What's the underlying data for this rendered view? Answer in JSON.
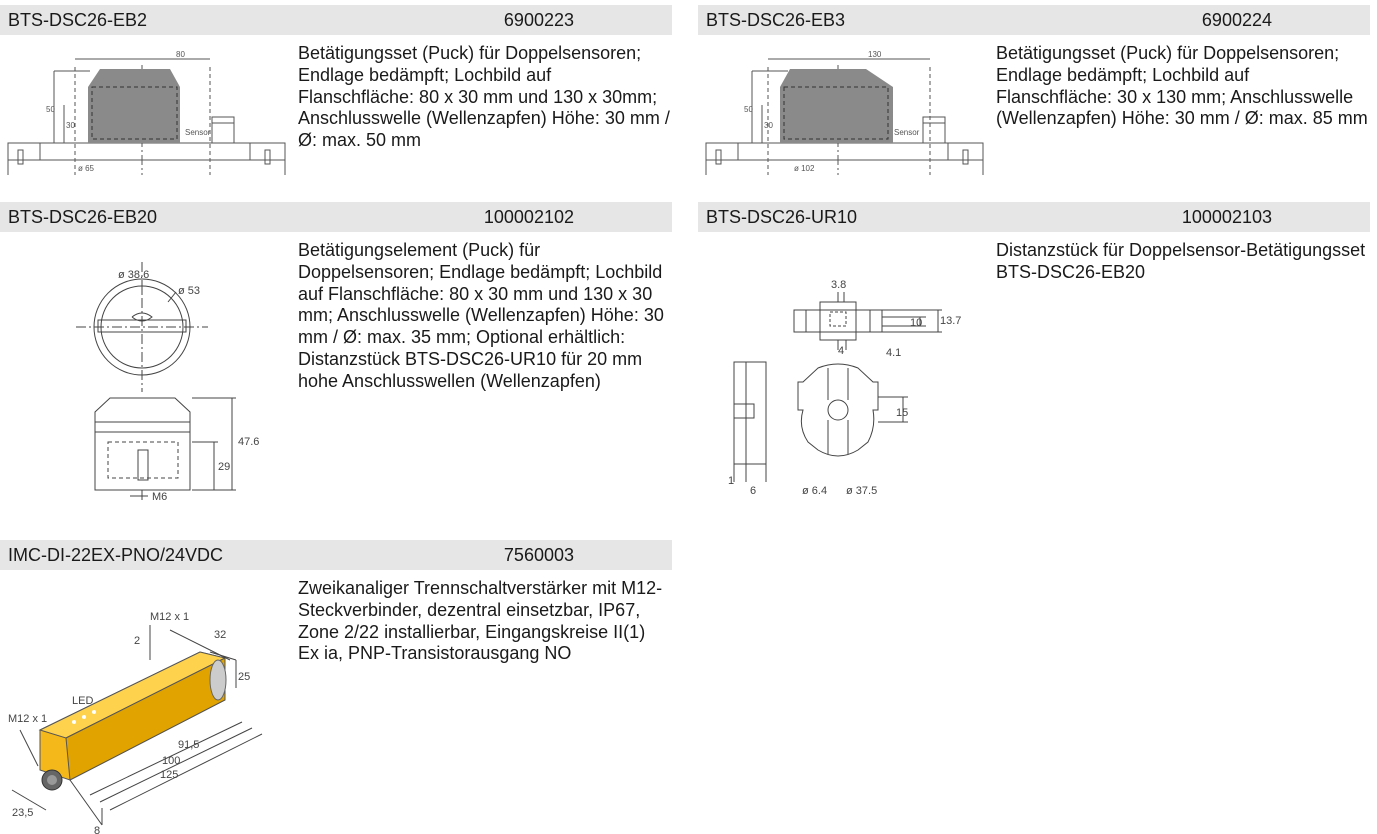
{
  "products": [
    {
      "name": "BTS-DSC26-EB2",
      "code": "6900223",
      "description": "Betätigungsset (Puck) für Doppelsensoren; Endlage bedämpft; Lochbild auf Flanschfläche: 80 x 30 mm und 130 x 30mm; Anschlusswelle (Wellenzapfen) Höhe: 30 mm / Ø: max. 50 mm",
      "dims": {
        "width": "80",
        "h1": "50",
        "h2": "30",
        "dia": "ø 65",
        "sensor": "Sensor"
      }
    },
    {
      "name": "BTS-DSC26-EB3",
      "code": "6900224",
      "description": "Betätigungsset (Puck) für Doppelsensoren; Endlage bedämpft; Lochbild auf Flanschfläche: 30 x 130 mm; Anschlusswelle (Wellenzapfen) Höhe: 30 mm / Ø: max. 85 mm",
      "dims": {
        "width": "130",
        "h1": "50",
        "h2": "30",
        "dia": "ø 102",
        "sensor": "Sensor"
      }
    },
    {
      "name": "BTS-DSC26-EB20",
      "code": "100002102",
      "description": "Betätigungselement (Puck) für Doppelsensoren; Endlage bedämpft; Lochbild auf Flanschfläche: 80 x 30 mm und 130 x 30 mm; Anschlusswelle (Wellenzapfen) Höhe: 30 mm / Ø: max. 35 mm; Optional erhältlich: Distanzstück BTS-DSC26-UR10 für 20 mm hohe Anschlusswellen (Wellenzapfen)",
      "dims": {
        "d1": "ø 38.6",
        "d2": "ø 53",
        "h1": "47.6",
        "h2": "29",
        "thread": "M6"
      }
    },
    {
      "name": "BTS-DSC26-UR10",
      "code": "100002103",
      "description": "Distanzstück für Doppelsensor-Betätigungsset BTS-DSC26-EB20",
      "dims": {
        "a": "3.8",
        "b": "10",
        "c": "13.7",
        "d": "4",
        "e": "4.1",
        "f": "15",
        "g": "1",
        "h": "6",
        "i": "ø 6.4",
        "j": "ø 37.5"
      }
    },
    {
      "name": "IMC-DI-22EX-PNO/24VDC",
      "code": "7560003",
      "description": "Zweikanaliger Trennschaltverstärker mit M12-Steckverbinder, dezentral einsetzbar, IP67, Zone 2/22 installierbar, Eingangskreise II(1) Ex ia, PNP-Transistorausgang NO",
      "dims": {
        "m12a": "M12 x 1",
        "m12b": "M12 x 1",
        "led": "LED",
        "a": "2",
        "b": "32",
        "c": "25",
        "d": "91,5",
        "e": "100",
        "f": "125",
        "g": "23,5",
        "h": "8"
      }
    }
  ]
}
